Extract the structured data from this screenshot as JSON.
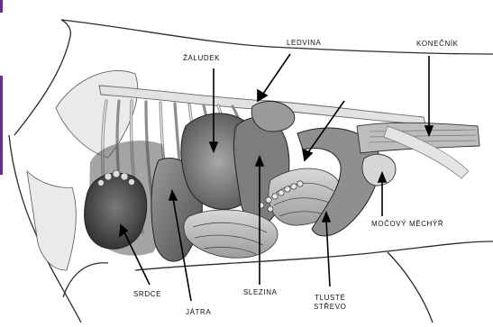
{
  "labels": {
    "zaludek": "ŽALUDEK",
    "ledvina": "LEDVINA",
    "konecnik": "KONEČNÍK",
    "mocovy_mechyr": "MOČOVÝ MĚCHÝŘ",
    "srdce": "SRDCE",
    "jatra": "JÁTRA",
    "slezina": "SLEZINA",
    "tluste_line1": "TLUSTÉ",
    "tluste_line2": "STŘEVO"
  },
  "colors": {
    "outline": "#2b2b2b",
    "organ_dark": "#4a4a4a",
    "organ_mid": "#8a8a8a",
    "organ_light": "#c9c9c9",
    "bone": "#e6e6e6",
    "edge_accent": "#6a2d8a"
  }
}
